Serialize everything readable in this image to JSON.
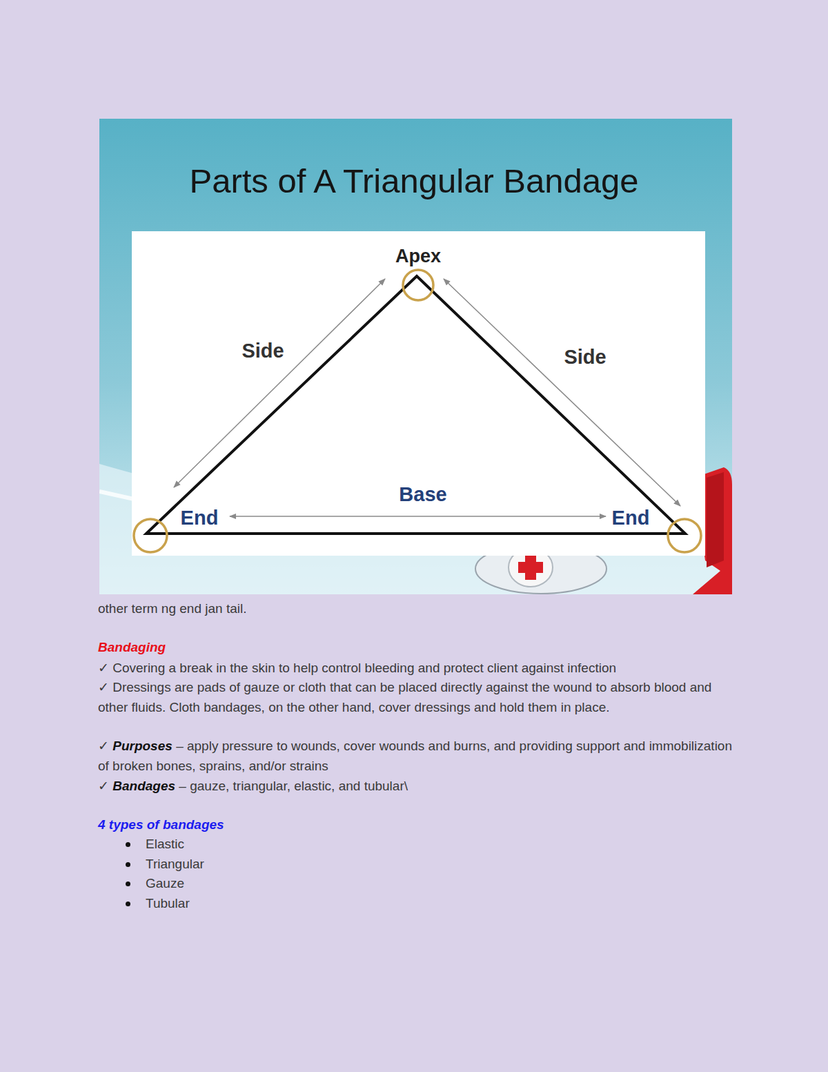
{
  "diagram": {
    "title": "Parts of A Triangular Bandage",
    "labels": [
      "Apex",
      "Side",
      "Side",
      "Base",
      "End",
      "End",
      "other term ng end jan tail.",
      "Bandaging",
      "✓ Covering a break in the skin to help control bleeding and protect client against infection",
      "✓ Dressings are pads of gauze or cloth that can be placed directly against the wound to absorb blood and other fluids. Cloth bandages, on the other hand, cover dressings and hold them in place.",
      "✓",
      "Purposes",
      "– apply pressure to wounds, cover wounds and burns, and providing support and immobilization of broken bones, sprains, and/or strains",
      "✓",
      "Bandages",
      "– gauze, triangular, elastic, and tubular\\",
      "4 types of bandages",
      "Elastic",
      "Triangular",
      "Gauze",
      "Tubular"
    ]
  }
}
